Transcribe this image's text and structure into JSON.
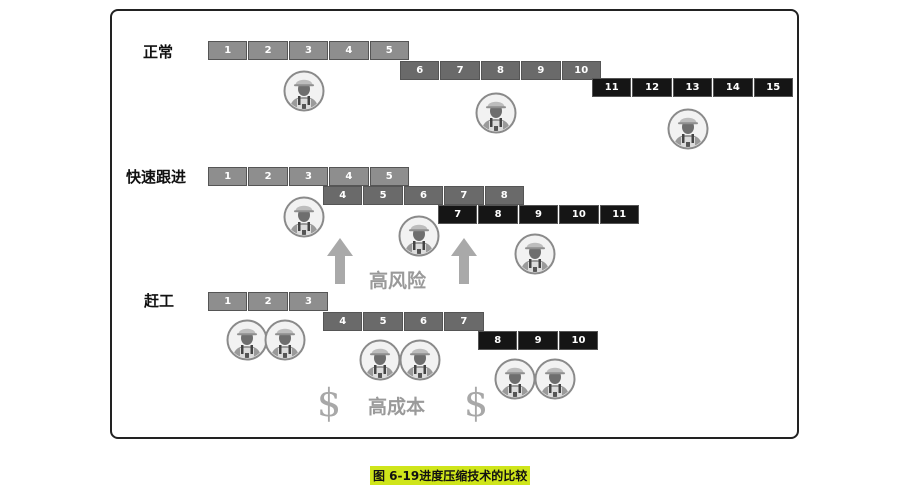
{
  "sections": {
    "normal": {
      "label": "正常"
    },
    "fast_tracking": {
      "label": "快速跟进"
    },
    "crashing": {
      "label": "赶工"
    }
  },
  "annotations": {
    "risk": "高风险",
    "cost": "高成本",
    "dollar": "$"
  },
  "caption": "图 6-19进度压缩技术的比较",
  "colors": {
    "phase1": "#8e8e8e",
    "phase2": "#6a6a6a",
    "phase3": "#151515",
    "caption_bg": "#cfe51a",
    "annotation": "#9a9a9a"
  },
  "bars": [
    {
      "id": "normal-phase1",
      "tone": "c1",
      "cells": [
        "1",
        "2",
        "3",
        "4",
        "5"
      ]
    },
    {
      "id": "normal-phase2",
      "tone": "c2",
      "cells": [
        "6",
        "7",
        "8",
        "9",
        "10"
      ]
    },
    {
      "id": "normal-phase3",
      "tone": "c3",
      "cells": [
        "11",
        "12",
        "13",
        "14",
        "15"
      ]
    },
    {
      "id": "fast-phase1",
      "tone": "c1",
      "cells": [
        "1",
        "2",
        "3",
        "4",
        "5"
      ]
    },
    {
      "id": "fast-phase2",
      "tone": "c2",
      "cells": [
        "4",
        "5",
        "6",
        "7",
        "8"
      ]
    },
    {
      "id": "fast-phase3",
      "tone": "c3",
      "cells": [
        "7",
        "8",
        "9",
        "10",
        "11"
      ]
    },
    {
      "id": "crash-phase1",
      "tone": "c1",
      "cells": [
        "1",
        "2",
        "3"
      ]
    },
    {
      "id": "crash-phase2",
      "tone": "c2",
      "cells": [
        "4",
        "5",
        "6",
        "7"
      ]
    },
    {
      "id": "crash-phase3",
      "tone": "c3",
      "cells": [
        "8",
        "9",
        "10"
      ]
    }
  ],
  "worker_icon": "worker-icon",
  "arrow_icon": "up-arrow-icon"
}
